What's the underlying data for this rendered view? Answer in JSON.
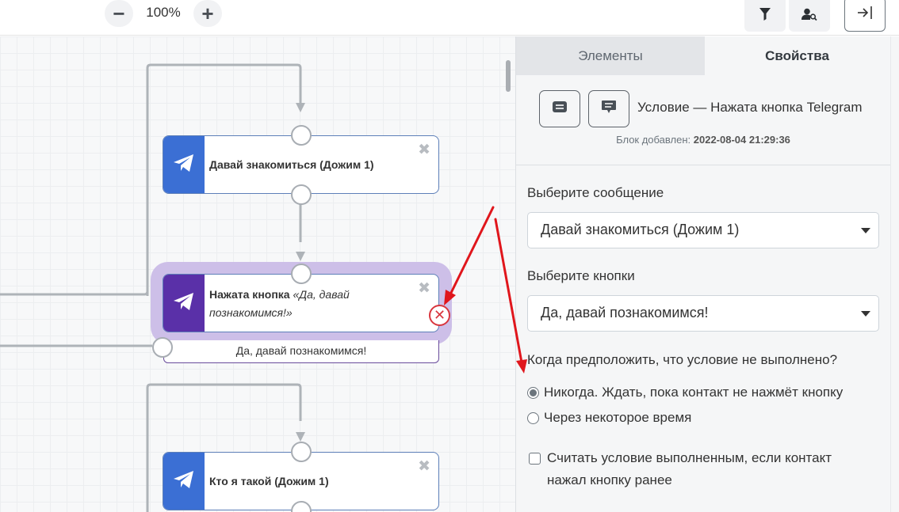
{
  "toolbar": {
    "zoom_out_label": "−",
    "zoom_level": "100%",
    "zoom_in_label": "+",
    "filter_icon": "filter-icon",
    "user_search_icon": "user-search-icon",
    "exit_icon": "panel-exit-icon"
  },
  "canvas": {
    "nodes": [
      {
        "text": "Давай знакомиться (Дожим 1)",
        "icon": "telegram-icon",
        "color": "#3b6fd4"
      },
      {
        "text_bold": "Нажата кнопка",
        "text_italic": "«Да, давай познакомимся!»",
        "icon": "telegram-icon",
        "color": "#5a30a8"
      },
      {
        "text": "Кто я такой (Дожим 1)",
        "icon": "telegram-icon",
        "color": "#3b6fd4"
      }
    ],
    "branch_label": "Да, давай познакомимся!",
    "close_symbol": "✖",
    "delete_symbol": "✕",
    "highlight_color": "#cdbfe8",
    "annotation_color": "#e0161c"
  },
  "panel": {
    "tabs": [
      {
        "label": "Элементы",
        "active": false
      },
      {
        "label": "Свойства",
        "active": true
      }
    ],
    "block_title": "Условие — Нажата кнопка Telegram",
    "block_added_label": "Блок добавлен:",
    "block_added_date": "2022-08-04 21:29:36",
    "message_label": "Выберите сообщение",
    "message_value": "Давай знакомиться (Дожим 1)",
    "buttons_label": "Выберите кнопки",
    "buttons_value": "Да, давай познакомимся!",
    "fail_question": "Когда предположить, что условие не выполнено?",
    "radio_options": [
      {
        "label": "Никогда. Ждать, пока контакт не нажмёт кнопку",
        "selected": true
      },
      {
        "label": "Через некоторое время",
        "selected": false
      }
    ],
    "checkbox_label": "Считать условие выполненным, если контакт нажал кнопку ранее",
    "checkbox_checked": false
  }
}
